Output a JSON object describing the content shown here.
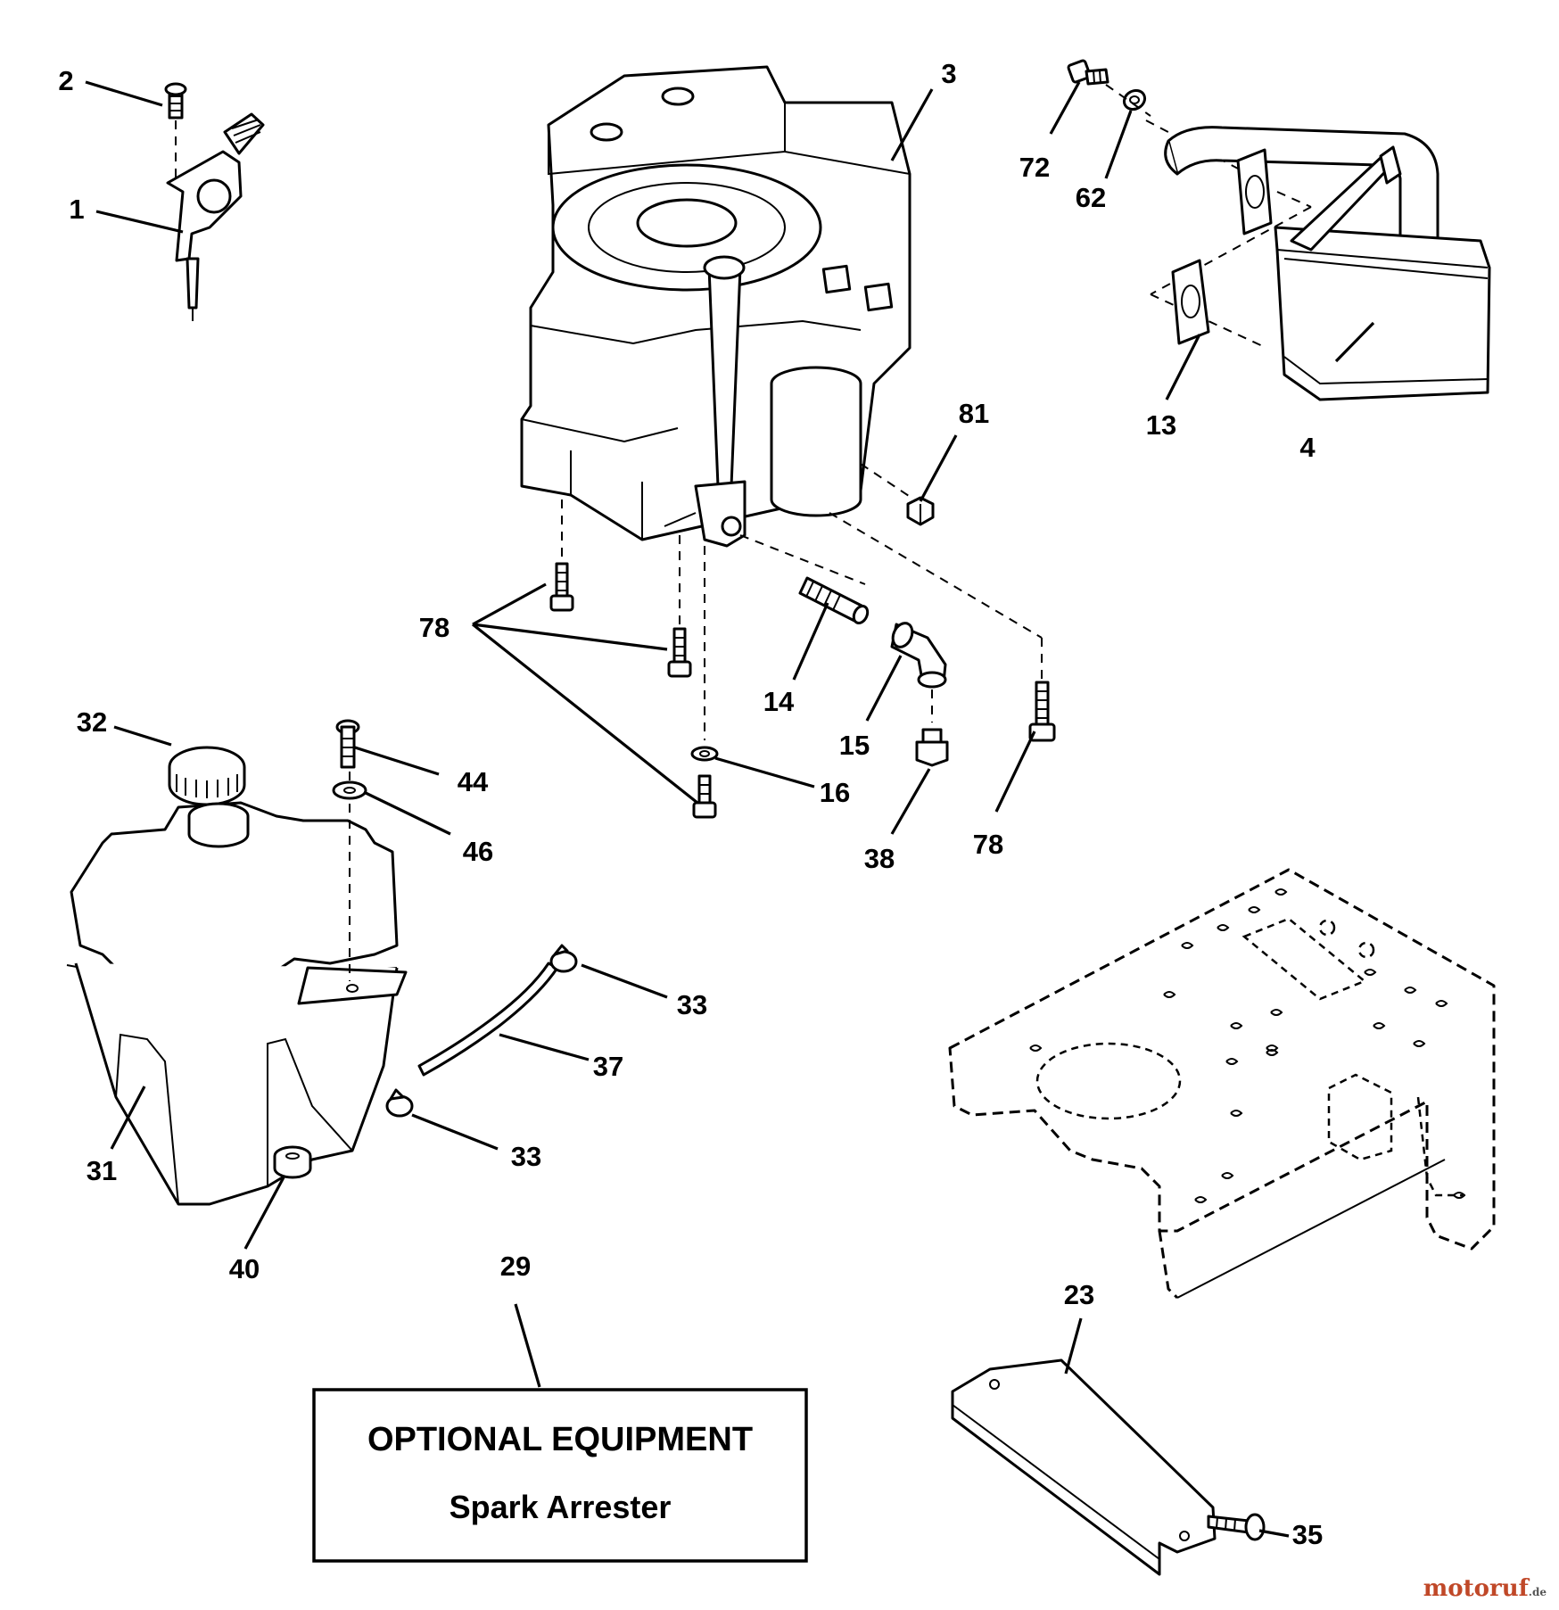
{
  "callouts": [
    "1",
    "2",
    "3",
    "4",
    "13",
    "14",
    "15",
    "16",
    "23",
    "29",
    "31",
    "32",
    "33",
    "33",
    "35",
    "37",
    "38",
    "40",
    "44",
    "46",
    "62",
    "72",
    "78",
    "78",
    "81"
  ],
  "optional_box": {
    "title": "OPTIONAL EQUIPMENT",
    "subtitle": "Spark Arrester"
  },
  "watermark": {
    "brand": "motoruf",
    "tld": ".de"
  }
}
